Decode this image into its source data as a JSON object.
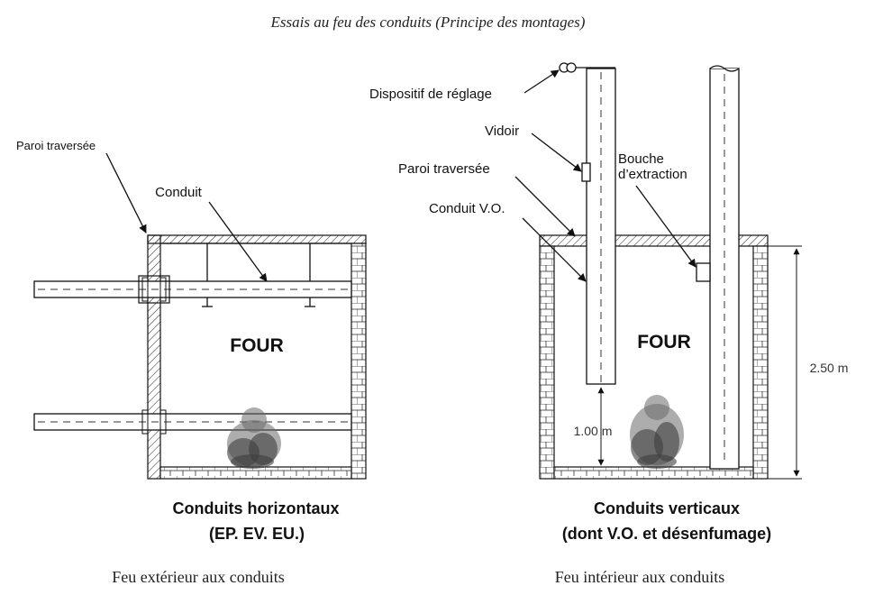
{
  "title": "Essais au feu des conduits (Principe des montages)",
  "left_diagram": {
    "label_paroi": "Paroi traversée",
    "label_conduit": "Conduit",
    "four_label": "FOUR",
    "caption_line1": "Conduits horizontaux",
    "caption_line2": "(EP. EV. EU.)",
    "footer": "Feu extérieur aux conduits"
  },
  "right_diagram": {
    "label_dispositif": "Dispositif de réglage",
    "label_vidoir": "Vidoir",
    "label_paroi": "Paroi traversée",
    "label_conduit_vo": "Conduit V.O.",
    "label_bouche_line1": "Bouche",
    "label_bouche_line2": "d’extraction",
    "four_label": "FOUR",
    "dim_inner": "1.00 m",
    "dim_outer": "2.50 m",
    "caption_line1": "Conduits verticaux",
    "caption_line2": "(dont V.O. et désenfumage)",
    "footer": "Feu intérieur aux conduits"
  }
}
